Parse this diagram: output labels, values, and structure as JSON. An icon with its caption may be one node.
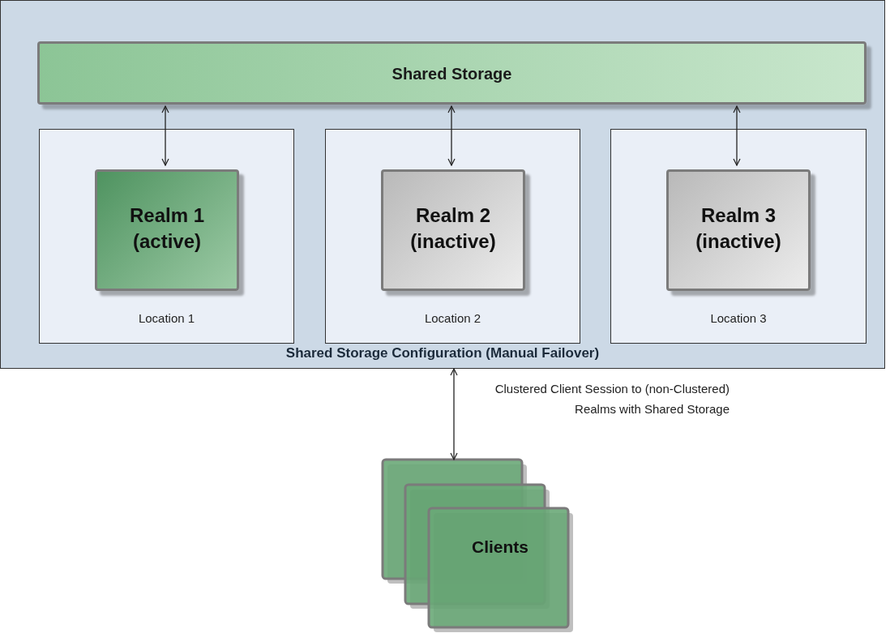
{
  "diagram": {
    "nodes": [
      {
        "text": [
          "Shared Storage Configuration (Manual Failover)"
        ]
      },
      {
        "text": [
          "Shared Storage"
        ],
        "in": 0
      },
      {
        "text": [
          "Location 1"
        ],
        "in": 0
      },
      {
        "text": [
          "Realm 1 (active)"
        ],
        "in": 2
      },
      {
        "text": [
          "Location 2"
        ],
        "in": 0
      },
      {
        "text": [
          "Realm 2 (inactive)"
        ],
        "in": 4
      },
      {
        "text": [
          "Location 3"
        ],
        "in": 0
      },
      {
        "text": [
          "Realm 3 (inactive)"
        ],
        "in": 6
      },
      {
        "text": [
          "Clients"
        ]
      }
    ],
    "edges": [
      {
        "from": 1,
        "to": 3,
        "arrow": "both"
      },
      {
        "from": 1,
        "to": 5,
        "arrow": "both"
      },
      {
        "from": 1,
        "to": 7,
        "arrow": "both"
      },
      {
        "from": 0,
        "to": 8,
        "arrow": "both",
        "label": "Clustered Client Session to (non-Clustered) Realms with Shared Storage"
      }
    ]
  }
}
